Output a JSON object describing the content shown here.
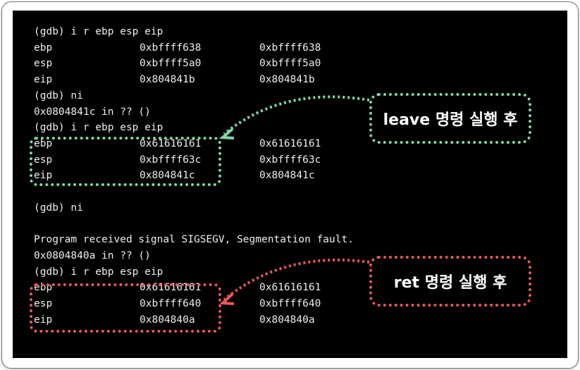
{
  "terminal": {
    "lines": [
      {
        "type": "text",
        "text": "(gdb) i r ebp esp eip"
      },
      {
        "type": "reg",
        "name": "ebp",
        "hex": "0xbffff638",
        "val": "0xbffff638"
      },
      {
        "type": "reg",
        "name": "esp",
        "hex": "0xbffff5a0",
        "val": "0xbffff5a0"
      },
      {
        "type": "reg",
        "name": "eip",
        "hex": "0x804841b",
        "val": "0x804841b"
      },
      {
        "type": "text",
        "text": "(gdb) ni"
      },
      {
        "type": "text",
        "text": "0x0804841c in ?? ()"
      },
      {
        "type": "text",
        "text": "(gdb) i r ebp esp eip"
      },
      {
        "type": "reg",
        "name": "ebp",
        "hex": "0x61616161",
        "val": "0x61616161"
      },
      {
        "type": "reg",
        "name": "esp",
        "hex": "0xbffff63c",
        "val": "0xbffff63c"
      },
      {
        "type": "reg",
        "name": "eip",
        "hex": "0x804841c",
        "val": "0x804841c"
      },
      {
        "type": "text",
        "text": ""
      },
      {
        "type": "text",
        "text": "(gdb) ni"
      },
      {
        "type": "text",
        "text": ""
      },
      {
        "type": "text",
        "text": "Program received signal SIGSEGV, Segmentation fault."
      },
      {
        "type": "text",
        "text": "0x0804840a in ?? ()"
      },
      {
        "type": "text",
        "text": "(gdb) i r ebp esp eip"
      },
      {
        "type": "reg",
        "name": "ebp",
        "hex": "0x61616161",
        "val": "0x61616161"
      },
      {
        "type": "reg",
        "name": "esp",
        "hex": "0xbffff640",
        "val": "0xbffff640"
      },
      {
        "type": "reg",
        "name": "eip",
        "hex": "0x804840a",
        "val": "0x804840a"
      }
    ]
  },
  "annotations": {
    "leave": {
      "label": "leave 명령 실행 후",
      "color": "#7fd8a4"
    },
    "ret": {
      "label": "ret 명령 실행 후",
      "color": "#e85a5a"
    }
  }
}
